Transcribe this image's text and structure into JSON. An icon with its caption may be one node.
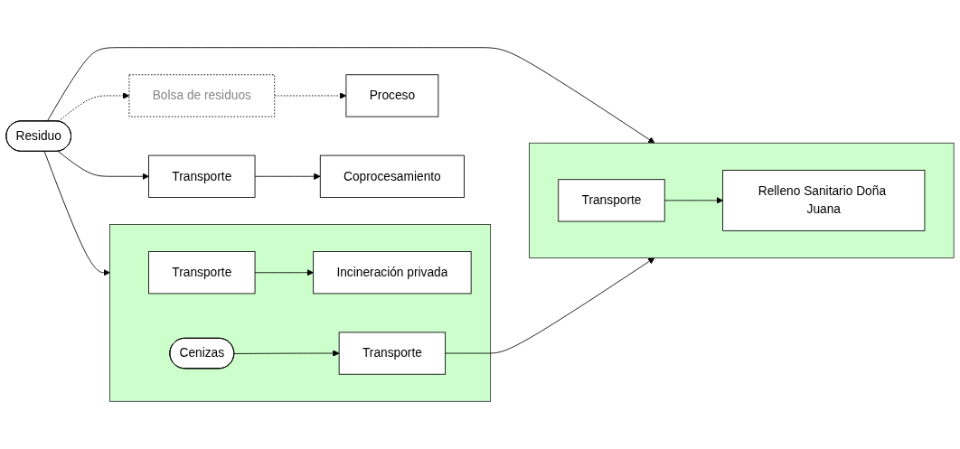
{
  "diagram": {
    "nodes": [
      {
        "text": [
          "Proceso"
        ]
      },
      {
        "text": [
          "Residuo"
        ]
      },
      {
        "text": [
          "Transporte"
        ]
      },
      {
        "text": [
          "Coprocesamiento"
        ]
      },
      {
        "text": [],
        "shape": "box"
      },
      {
        "text": [
          "Transporte"
        ],
        "in": 4
      },
      {
        "text": [
          "Relleno Sanitario Doña Juana"
        ],
        "in": 4
      },
      {
        "text": [],
        "shape": "box"
      },
      {
        "text": [
          "Transporte"
        ],
        "in": 7
      },
      {
        "text": [
          "Incineración privada"
        ],
        "in": 7
      },
      {
        "text": [
          "Cenizas"
        ],
        "in": 7
      },
      {
        "text": [
          "Transporte"
        ],
        "in": 7
      },
      {
        "text": [
          "Bolsa de residuos"
        ]
      }
    ],
    "edges": [
      {
        "from": 1,
        "to": 2,
        "arrow": "to"
      },
      {
        "from": 1,
        "to": 4,
        "arrow": "to"
      },
      {
        "from": 1,
        "to": 7,
        "arrow": "to"
      },
      {
        "from": 1,
        "to": 12,
        "arrow": "to",
        "style": "dashed"
      },
      {
        "from": 2,
        "to": 3,
        "arrow": "to"
      },
      {
        "from": 5,
        "to": 6,
        "arrow": "to"
      },
      {
        "from": 8,
        "to": 9,
        "arrow": "to"
      },
      {
        "from": 10,
        "to": 11,
        "arrow": "to"
      },
      {
        "from": 11,
        "to": 4,
        "arrow": "to"
      },
      {
        "from": 12,
        "to": 0,
        "arrow": "to",
        "style": "dashed"
      }
    ]
  }
}
